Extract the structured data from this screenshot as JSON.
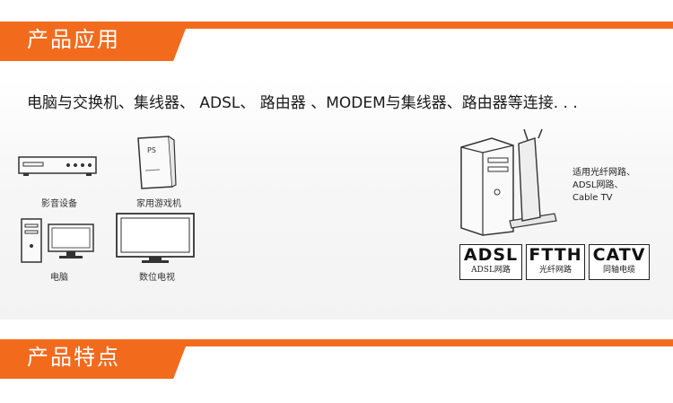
{
  "sections": {
    "application_title": "产品应用",
    "features_title": "产品特点"
  },
  "description": "电脑与交换机、集线器、 ADSL、 路由器 、MODEM与集线器、路由器等连接. . .",
  "devices": {
    "dvd_player": "影音设备",
    "game_console": "家用游戏机",
    "computer": "电脑",
    "digital_tv": "数位电视"
  },
  "network_note": [
    "适用光纤网路、",
    "ADSL网路、",
    "Cable TV"
  ],
  "badges": [
    {
      "big": "ADSL",
      "small": "ADSL网路"
    },
    {
      "big": "FTTH",
      "small": "光纤网路"
    },
    {
      "big": "CATV",
      "small": "同轴电缆"
    }
  ]
}
